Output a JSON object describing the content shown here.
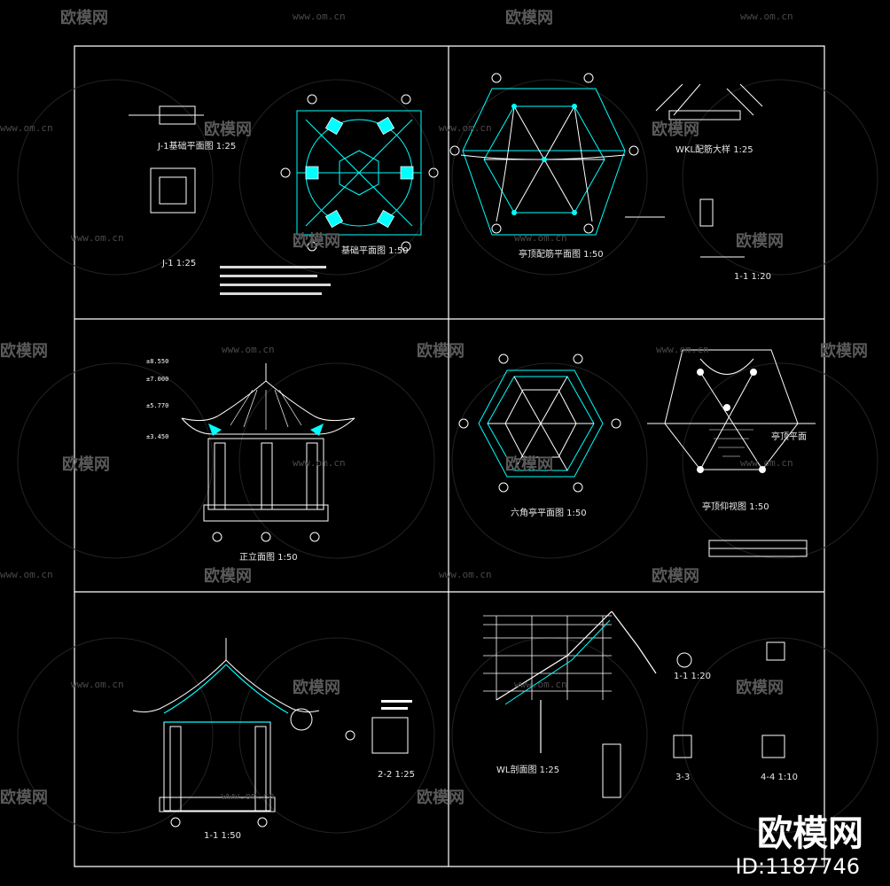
{
  "watermark": {
    "text": "欧模网",
    "url": "www.om.cn"
  },
  "brand": {
    "name": "欧模网",
    "id": "ID:1187746"
  },
  "panels": [
    {
      "title1": "J-1基础平面图 1:25",
      "title2": "J-1 1:25",
      "title3": "基础平面图 1:50"
    },
    {
      "title1": "亭顶配筋平面图 1:50",
      "title2": "WKL配筋大样 1:25",
      "title3": "1-1 1:20"
    },
    {
      "title1": "正立面图 1:50"
    },
    {
      "title1": "六角亭平面图 1:50",
      "title2": "亭顶仰视图 1:50",
      "title3": "亭顶平面"
    },
    {
      "title1": "1-1 1:50",
      "title2": "2-2 1:25"
    },
    {
      "title1": "WL剖面图 1:25",
      "title2": "1-1 1:20",
      "title3": "3-3",
      "title4": "4-4 1:10"
    }
  ],
  "colors": {
    "frame": "#ffffff",
    "cyan": "#00ffff",
    "line": "#ffffff",
    "yellow": "#ffff00"
  }
}
